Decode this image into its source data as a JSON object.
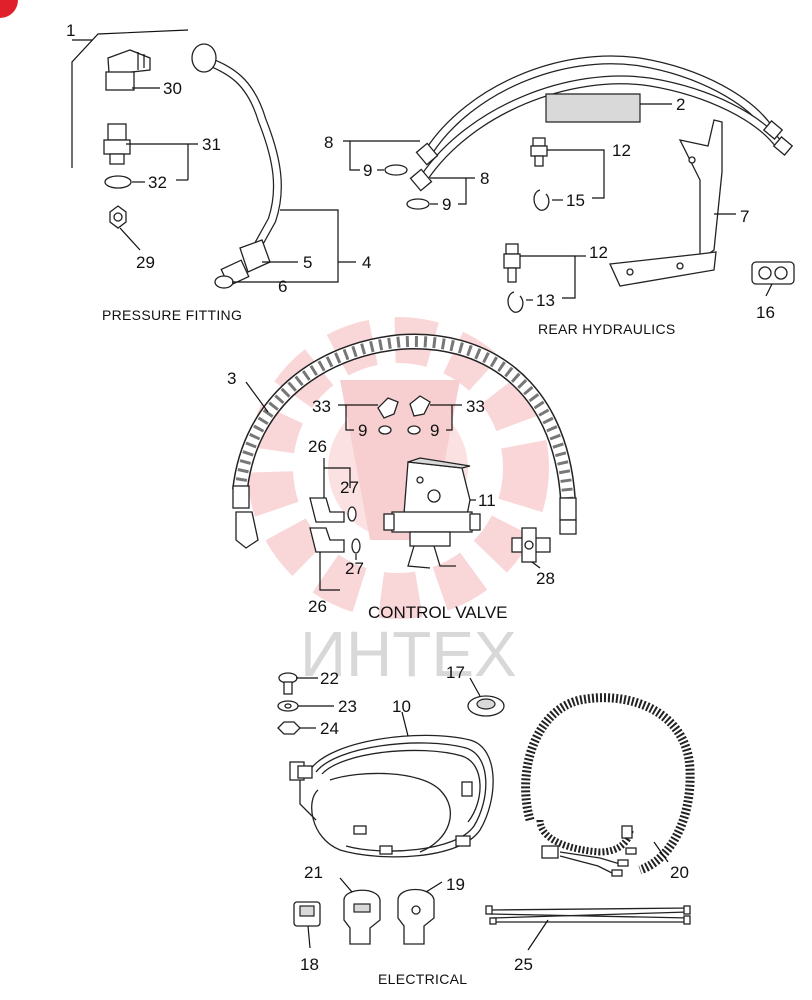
{
  "watermark": {
    "text": "ИНТЕХ",
    "logo": "gear-logo-watermark",
    "color": "#f5b5b8"
  },
  "corner_badge": {
    "color": "#e0202a"
  },
  "sections": {
    "pressure_fitting": "PRESSURE FITTING",
    "rear_hydraulics": "REAR HYDRAULICS",
    "control_valve": "CONTROL VALVE",
    "electrical": "ELECTRICAL"
  },
  "callouts": {
    "c1": "1",
    "c2": "2",
    "c3": "3",
    "c4": "4",
    "c5": "5",
    "c6": "6",
    "c7": "7",
    "c8a": "8",
    "c8b": "8",
    "c9a": "9",
    "c9b": "9",
    "c9c": "9",
    "c9d": "9",
    "c10": "10",
    "c11": "11",
    "c12a": "12",
    "c12b": "12",
    "c13": "13",
    "c15": "15",
    "c16": "16",
    "c17": "17",
    "c18": "18",
    "c19": "19",
    "c20": "20",
    "c21": "21",
    "c22": "22",
    "c23": "23",
    "c24": "24",
    "c25": "25",
    "c26a": "26",
    "c26b": "26",
    "c27a": "27",
    "c27b": "27",
    "c28": "28",
    "c29": "29",
    "c30": "30",
    "c31": "31",
    "c32": "32",
    "c33a": "33",
    "c33b": "33"
  }
}
